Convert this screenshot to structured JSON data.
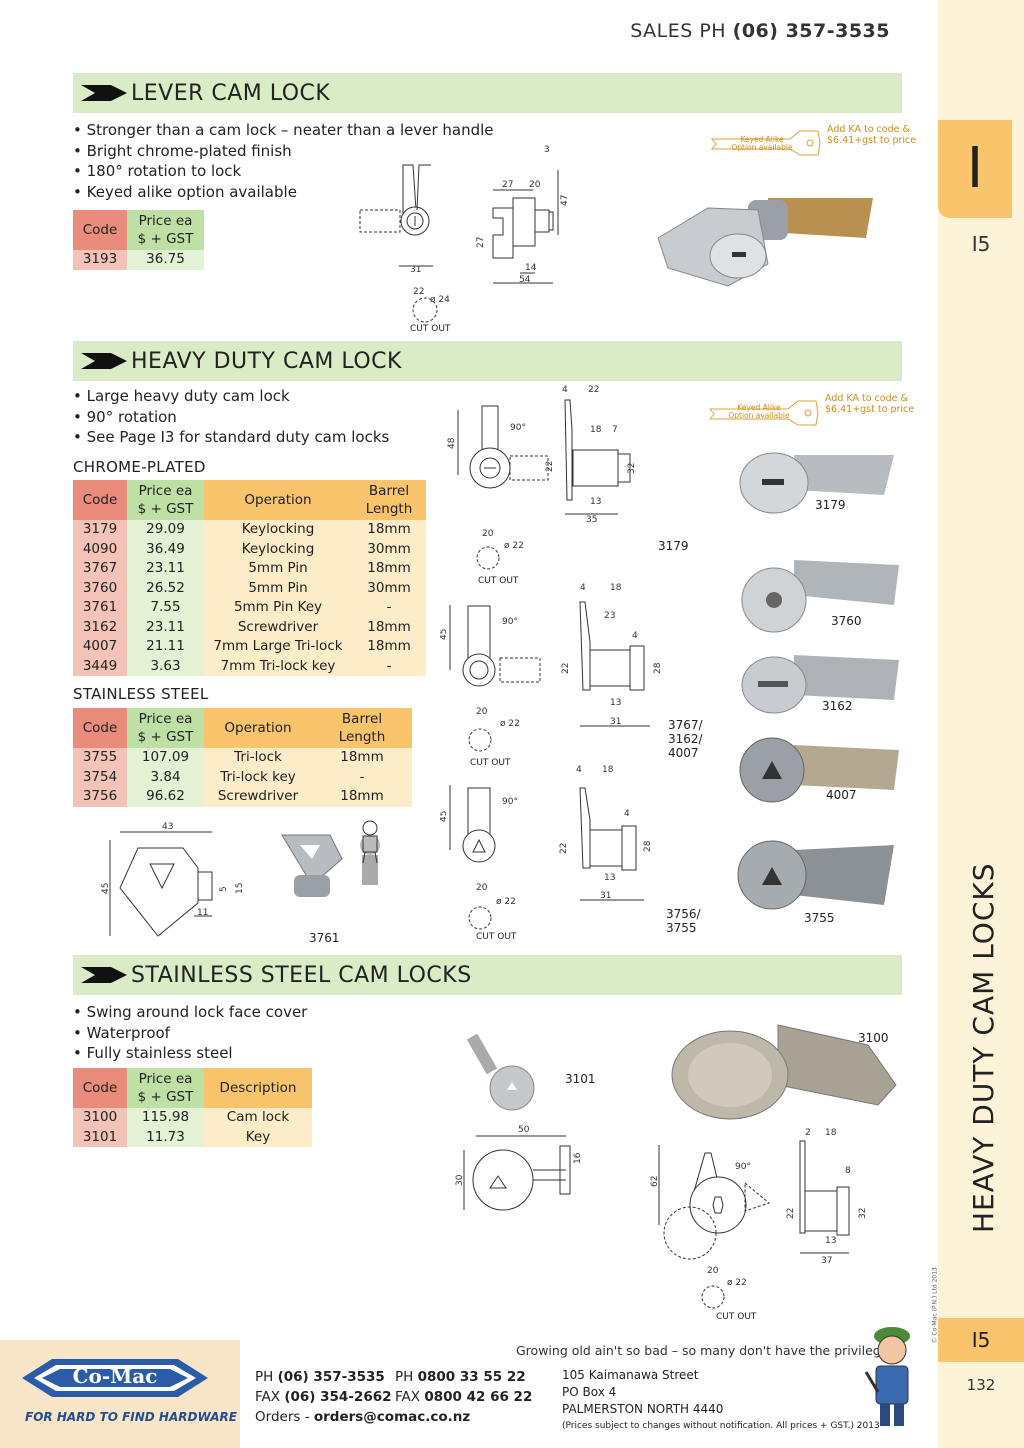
{
  "header": {
    "sales_label": "SALES  PH",
    "sales_phone": "(06) 357-3535"
  },
  "side": {
    "tab_letter": "I",
    "page_top": "I5",
    "vertical_title": "HEAVY DUTY CAM LOCKS",
    "copyright": "© Co-Mac (P.N.) Ltd 2013",
    "page_bottom_tab": "I5",
    "page_number": "132"
  },
  "ka_note": {
    "key_text": "Keyed Alike Option available",
    "price_note": "Add KA to code & $6.41+gst to price"
  },
  "lever": {
    "title": "LEVER CAM LOCK",
    "bullets": [
      "Stronger than a cam lock – neater than a lever handle",
      "Bright chrome-plated finish",
      "180° rotation to lock",
      "Keyed alike option available"
    ],
    "headers": {
      "code": "Code",
      "price": "Price ea $ + GST"
    },
    "rows": [
      {
        "code": "3193",
        "price": "36.75"
      }
    ],
    "dims": {
      "d31": "31",
      "d27a": "27",
      "d20": "20",
      "d3": "3",
      "d47": "47",
      "d27b": "27",
      "d14": "14",
      "d54": "54",
      "d22": "22",
      "d24": "ø 24"
    },
    "cutout": "CUT OUT"
  },
  "heavy": {
    "title": "HEAVY DUTY CAM LOCK",
    "bullets": [
      "Large heavy duty cam lock",
      "90° rotation",
      "See Page I3 for standard duty cam locks"
    ],
    "chrome_label": "CHROME-PLATED",
    "headers": {
      "code": "Code",
      "price": "Price ea $ + GST",
      "operation": "Operation",
      "barrel": "Barrel Length"
    },
    "chrome_rows": [
      {
        "code": "3179",
        "price": "29.09",
        "op": "Keylocking",
        "barrel": "18mm"
      },
      {
        "code": "4090",
        "price": "36.49",
        "op": "Keylocking",
        "barrel": "30mm"
      },
      {
        "code": "3767",
        "price": "23.11",
        "op": "5mm Pin",
        "barrel": "18mm"
      },
      {
        "code": "3760",
        "price": "26.52",
        "op": "5mm Pin",
        "barrel": "30mm"
      },
      {
        "code": "3761",
        "price": "7.55",
        "op": "5mm Pin Key",
        "barrel": "-"
      },
      {
        "code": "3162",
        "price": "23.11",
        "op": "Screwdriver",
        "barrel": "18mm"
      },
      {
        "code": "4007",
        "price": "21.11",
        "op": "7mm Large Tri-lock",
        "barrel": "18mm"
      },
      {
        "code": "3449",
        "price": "3.63",
        "op": "7mm Tri-lock key",
        "barrel": "-"
      }
    ],
    "stainless_label": "STAINLESS STEEL",
    "stainless_rows": [
      {
        "code": "3755",
        "price": "107.09",
        "op": "Tri-lock",
        "barrel": "18mm"
      },
      {
        "code": "3754",
        "price": "3.84",
        "op": "Tri-lock key",
        "barrel": "-"
      },
      {
        "code": "3756",
        "price": "96.62",
        "op": "Screwdriver",
        "barrel": "18mm"
      }
    ],
    "key_dims": {
      "w": "43",
      "h": "45",
      "a": "11",
      "b": "5",
      "c": "15"
    },
    "key_caption": "3761",
    "diag_caption_1": "3179",
    "diag_caption_2": "3767/ 3162/ 4007",
    "diag_caption_3": "3756/ 3755",
    "photo_captions": [
      "3179",
      "3760",
      "3162",
      "4007",
      "3755"
    ],
    "dims": {
      "d48": "48",
      "d90": "90°",
      "d4": "4",
      "d22": "22",
      "d18": "18",
      "d7": "7",
      "d13": "13",
      "d35": "35",
      "d32": "32",
      "d20": "20",
      "dia22": "ø 22",
      "d45": "45",
      "d23": "23",
      "d28": "28",
      "d31": "31"
    },
    "cutout": "CUT OUT"
  },
  "stainless": {
    "title": "STAINLESS STEEL CAM LOCKS",
    "bullets": [
      "Swing around lock face cover",
      "Waterproof",
      "Fully stainless steel"
    ],
    "headers": {
      "code": "Code",
      "price": "Price ea $ + GST",
      "desc": "Description"
    },
    "rows": [
      {
        "code": "3100",
        "price": "115.98",
        "desc": "Cam lock"
      },
      {
        "code": "3101",
        "price": "11.73",
        "desc": "Key"
      }
    ],
    "captions": {
      "key": "3101",
      "lock": "3100"
    },
    "dims": {
      "d50": "50",
      "d30": "30",
      "d16": "16",
      "d62": "62",
      "d90": "90°",
      "d2": "2",
      "d18": "18",
      "d8": "8",
      "d22": "22",
      "d32": "32",
      "d13": "13",
      "d37": "37",
      "d20": "20",
      "dia22": "ø 22"
    },
    "cutout": "CUT OUT"
  },
  "footer": {
    "quote": "Growing old ain't so bad – so many don't have the privilege.",
    "logo": "Co-Mac",
    "tagline": "FOR HARD TO FIND HARDWARE",
    "ph_label": "PH",
    "ph": "(06) 357-3535",
    "fax_label": "FAX",
    "fax": "(06) 354-2662",
    "orders_label": "Orders -",
    "orders": "orders@comac.co.nz",
    "ph2_label": "PH",
    "ph2": "0800 33 55 22",
    "fax2_label": "FAX",
    "fax2": "0800 42 66 22",
    "address": [
      "105 Kaimanawa Street",
      "PO Box 4",
      "PALMERSTON NORTH 4440"
    ],
    "disclaimer": "(Prices subject to changes without notification.  All prices + GST.)  2013"
  }
}
